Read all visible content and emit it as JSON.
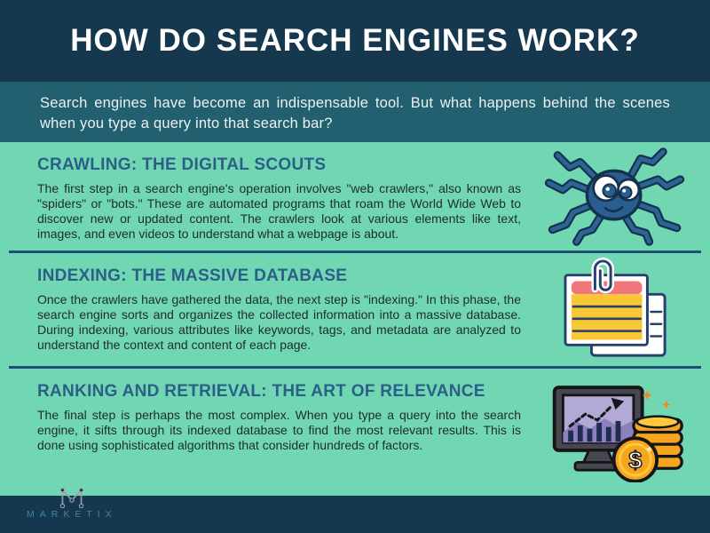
{
  "header": {
    "title": "HOW DO SEARCH ENGINES WORK?"
  },
  "intro": {
    "text": "Search engines have become an indispensable tool. But what happens behind the scenes when you type a query into that search bar?"
  },
  "sections": [
    {
      "heading": "CRAWLING: THE DIGITAL SCOUTS",
      "body": "The first step in a search engine's operation involves \"web crawlers,\" also known as \"spiders\" or \"bots.\" These are automated programs that roam the World Wide Web to discover new or updated content. The crawlers look at various elements like text, images, and even videos to understand what a webpage is about.",
      "icon": "spider-icon"
    },
    {
      "heading": "INDEXING: THE MASSIVE DATABASE",
      "body": "Once the crawlers have gathered the data, the next step is \"indexing.\" In this phase, the search engine sorts and organizes the collected information into a massive database. During indexing, various attributes like keywords, tags, and metadata are analyzed to understand the context and content of each page.",
      "icon": "notes-paperclip-icon"
    },
    {
      "heading": "RANKING AND RETRIEVAL: THE ART OF RELEVANCE",
      "body": "The final step is perhaps the most complex. When you type a query into the search engine, it sifts through its indexed database to find the most relevant results. This is done using sophisticated algorithms that consider hundreds of factors.",
      "icon": "analytics-monitor-coins-icon"
    }
  ],
  "footer": {
    "brand": "MARKETIX",
    "logo": "marketix-m-logo"
  },
  "colors": {
    "header_navy": "#16384E",
    "intro_teal": "#23606F",
    "body_mint": "#70D7B2",
    "heading_blue": "#2C5F88",
    "divider_blue": "#1D4F7A",
    "body_text": "#1E2B33",
    "brand_text": "#4381A8",
    "coin_gold": "#F5A61E",
    "note_pink": "#F2777D",
    "note_yellow": "#F9C733"
  }
}
